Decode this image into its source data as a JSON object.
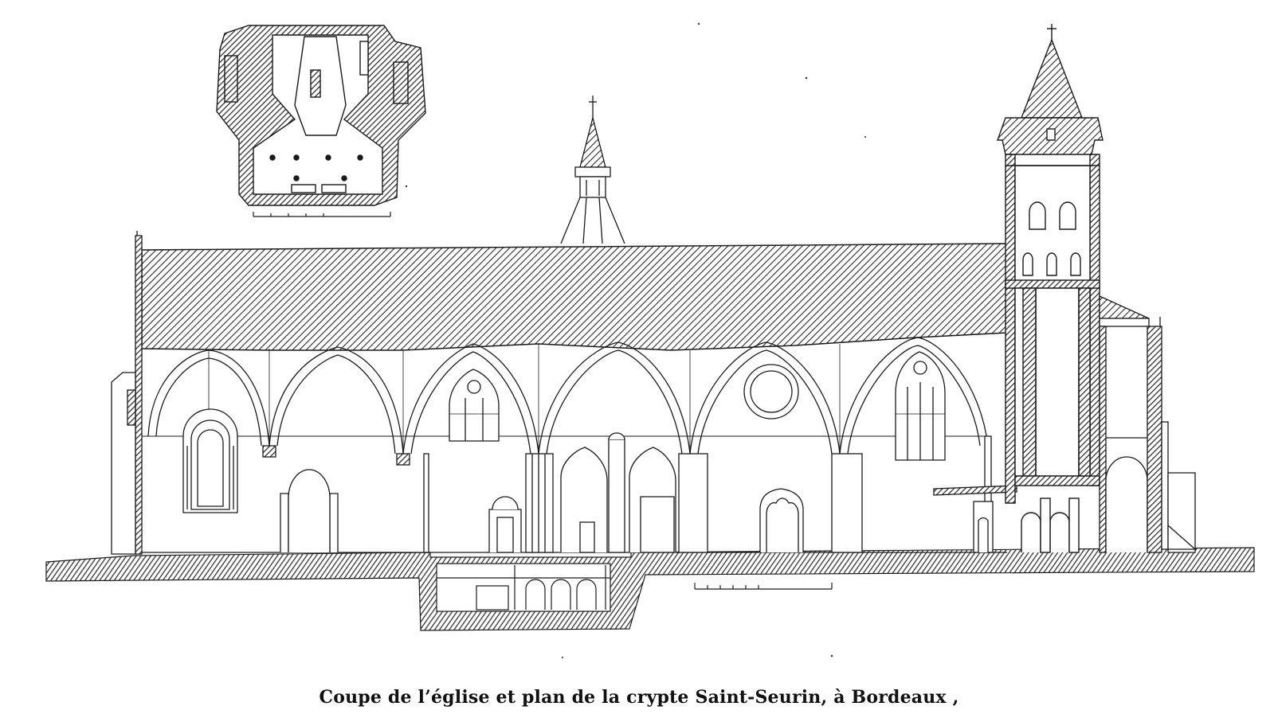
{
  "diagram": {
    "title": "",
    "caption_main": "Coupe de l’église et plan de la crypte",
    "caption_name": "Saint-Seurin",
    "caption_place": ", à Bordeaux ,"
  },
  "colors": {
    "ink": "#1a1a1a",
    "paper": "#ffffff",
    "hatch": "#2a2a2a"
  }
}
